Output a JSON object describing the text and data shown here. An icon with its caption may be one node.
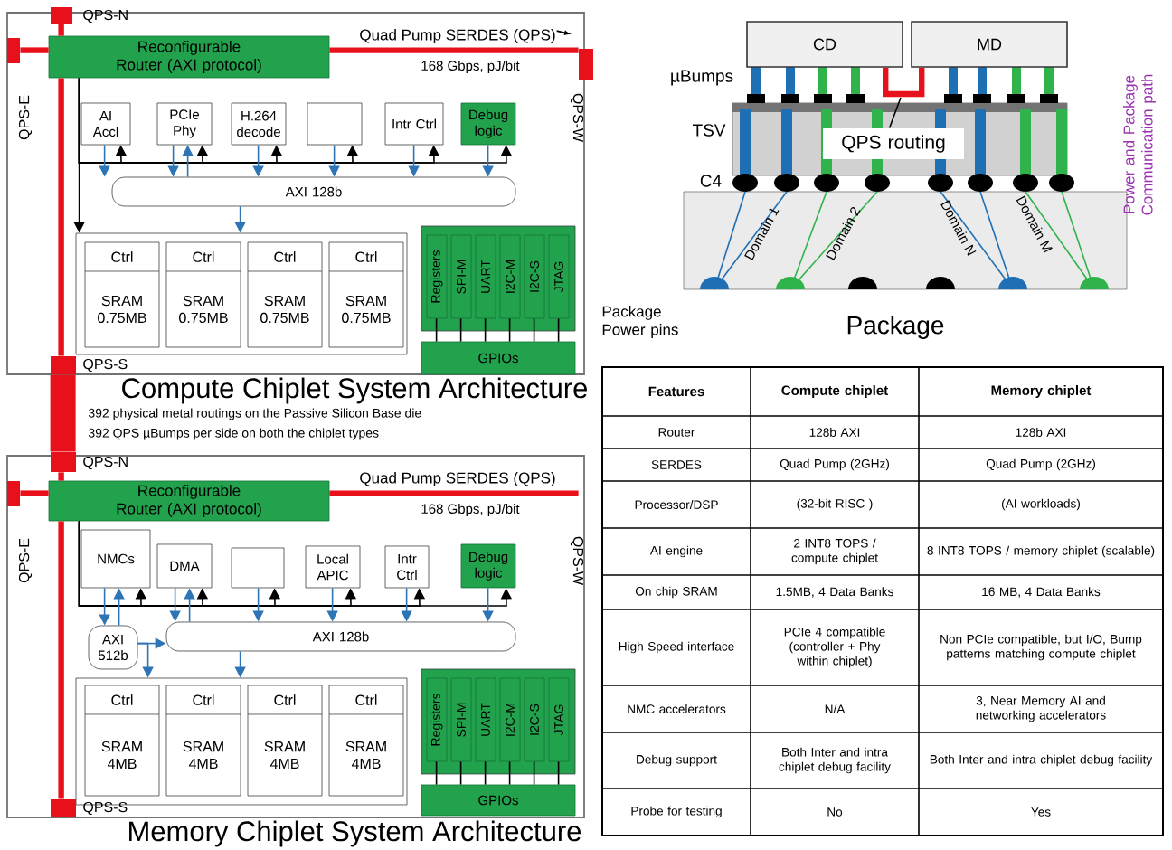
{
  "diagram": {
    "nodes": [
      {
        "text": [
          "Compute Chiplet System Architecture"
        ]
      },
      {
        "text": [
          "Reconfigurable Router (AXI protocol)"
        ],
        "in": 0
      },
      {
        "text": [],
        "shape": "bar",
        "beside": [
          "QPS-N"
        ]
      },
      {
        "text": [],
        "shape": "bar",
        "beside": [
          "QPS-E"
        ],
        "in": 0
      },
      {
        "text": [],
        "shape": "bar",
        "beside": [
          "QPS-W"
        ],
        "in": 0
      },
      {
        "text": [
          "AI Accl"
        ],
        "in": 0
      },
      {
        "text": [
          "PCIe Phy"
        ],
        "in": 0
      },
      {
        "text": [
          "H.264 decode"
        ],
        "in": 0
      },
      {
        "text": [],
        "shape": "box",
        "in": 0
      },
      {
        "text": [
          "Intr Ctrl"
        ],
        "in": 0
      },
      {
        "text": [
          "Debug logic"
        ],
        "in": 0
      },
      {
        "text": [
          "AXI 128b"
        ],
        "in": 0
      },
      {
        "text": [],
        "shape": "box",
        "in": 0
      },
      {
        "text": [
          "Ctrl",
          "SRAM 0.75MB"
        ],
        "in": 12
      },
      {
        "text": [
          "Ctrl",
          "SRAM 0.75MB"
        ],
        "in": 12
      },
      {
        "text": [
          "Ctrl",
          "SRAM 0.75MB"
        ],
        "in": 12
      },
      {
        "text": [
          "Ctrl",
          "SRAM 0.75MB"
        ],
        "in": 12
      },
      {
        "text": [],
        "shape": "box",
        "in": 0
      },
      {
        "text": [
          "Registers"
        ],
        "in": 17
      },
      {
        "text": [
          "SPI-M"
        ],
        "in": 17
      },
      {
        "text": [
          "UART"
        ],
        "in": 17
      },
      {
        "text": [
          "I2C-M"
        ],
        "in": 17
      },
      {
        "text": [
          "I2C-S"
        ],
        "in": 17
      },
      {
        "text": [
          "JTAG"
        ],
        "in": 17
      },
      {
        "text": [
          "GPIOs"
        ],
        "in": 0
      },
      {
        "text": [],
        "shape": "bar",
        "beside": [
          "QPS-S"
        ],
        "in": 0
      },
      {
        "text": [
          "Memory Chiplet System Architecture"
        ]
      },
      {
        "text": [
          "Reconfigurable Router (AXI protocol)"
        ],
        "in": 26
      },
      {
        "text": [],
        "shape": "bar",
        "beside": [
          "QPS-N"
        ]
      },
      {
        "text": [],
        "shape": "bar",
        "beside": [
          "QPS-E"
        ],
        "in": 26
      },
      {
        "text": [],
        "shape": "bar",
        "beside": [
          "QPS-W"
        ],
        "in": 26
      },
      {
        "text": [
          "NMCs"
        ],
        "in": 26
      },
      {
        "text": [
          "DMA"
        ],
        "in": 26
      },
      {
        "text": [],
        "shape": "box",
        "in": 26
      },
      {
        "text": [
          "Local APIC"
        ],
        "in": 26
      },
      {
        "text": [
          "Intr Ctrl"
        ],
        "in": 26
      },
      {
        "text": [
          "Debug logic"
        ],
        "in": 26
      },
      {
        "text": [
          "AXI 512b"
        ],
        "in": 26
      },
      {
        "text": [
          "AXI 128b"
        ],
        "in": 26
      },
      {
        "text": [],
        "shape": "box",
        "in": 26
      },
      {
        "text": [
          "Ctrl",
          "SRAM 4MB"
        ],
        "in": 39
      },
      {
        "text": [
          "Ctrl",
          "SRAM 4MB"
        ],
        "in": 39
      },
      {
        "text": [
          "Ctrl",
          "SRAM 4MB"
        ],
        "in": 39
      },
      {
        "text": [
          "Ctrl",
          "SRAM 4MB"
        ],
        "in": 39
      },
      {
        "text": [],
        "shape": "box",
        "in": 26
      },
      {
        "text": [
          "Registers"
        ],
        "in": 44
      },
      {
        "text": [
          "SPI-M"
        ],
        "in": 44
      },
      {
        "text": [
          "UART"
        ],
        "in": 44
      },
      {
        "text": [
          "I2C-M"
        ],
        "in": 44
      },
      {
        "text": [
          "I2C-S"
        ],
        "in": 44
      },
      {
        "text": [
          "JTAG"
        ],
        "in": 44
      },
      {
        "text": [
          "GPIOs"
        ],
        "in": 26
      },
      {
        "text": [],
        "shape": "bar",
        "beside": [
          "QPS-S"
        ],
        "in": 26
      },
      {
        "text": [
          "CD"
        ]
      },
      {
        "text": [
          "MD"
        ]
      },
      {
        "text": [
          "QPS routing"
        ]
      }
    ],
    "edges": [
      {
        "from": 1,
        "to": 2,
        "arrow": "none",
        "style": "thick",
        "color": "#e8101a"
      },
      {
        "from": 1,
        "to": 25,
        "arrow": "none",
        "style": "thick",
        "color": "#e8101a"
      },
      {
        "from": 1,
        "to": 3,
        "arrow": "none",
        "style": "thick",
        "color": "#e8101a"
      },
      {
        "from": 1,
        "to": 4,
        "arrow": "none",
        "style": "thick",
        "color": "#e8101a",
        "label": "Quad Pump SERDES (QPS)"
      },
      {
        "from": 1,
        "to": 5,
        "arrow": "to"
      },
      {
        "from": 1,
        "to": 6,
        "arrow": "to"
      },
      {
        "from": 1,
        "to": 7,
        "arrow": "to"
      },
      {
        "from": 1,
        "to": 8,
        "arrow": "to"
      },
      {
        "from": 1,
        "to": 9,
        "arrow": "to"
      },
      {
        "from": 1,
        "to": 10,
        "arrow": "to"
      },
      {
        "from": 1,
        "to": 12,
        "arrow": "to"
      },
      {
        "from": 5,
        "to": 11,
        "arrow": "to",
        "color": "#2e75b6"
      },
      {
        "from": 6,
        "to": 11,
        "arrow": "to",
        "color": "#2e75b6"
      },
      {
        "from": 11,
        "to": 6,
        "arrow": "to",
        "color": "#2e75b6"
      },
      {
        "from": 7,
        "to": 11,
        "arrow": "to",
        "color": "#2e75b6"
      },
      {
        "from": 8,
        "to": 11,
        "arrow": "to",
        "color": "#2e75b6"
      },
      {
        "from": 9,
        "to": 11,
        "arrow": "to",
        "color": "#2e75b6"
      },
      {
        "from": 10,
        "to": 11,
        "arrow": "to",
        "color": "#2e75b6"
      },
      {
        "from": 11,
        "to": 12,
        "arrow": "to",
        "color": "#2e75b6"
      },
      {
        "from": 18,
        "to": 24,
        "arrow": "none"
      },
      {
        "from": 19,
        "to": 24,
        "arrow": "none"
      },
      {
        "from": 20,
        "to": 24,
        "arrow": "none"
      },
      {
        "from": 21,
        "to": 24,
        "arrow": "none"
      },
      {
        "from": 22,
        "to": 24,
        "arrow": "none"
      },
      {
        "from": 23,
        "to": 24,
        "arrow": "none"
      },
      {
        "from": 25,
        "to": 28,
        "arrow": "none",
        "style": "thick",
        "color": "#e8101a"
      },
      {
        "from": 27,
        "to": 28,
        "arrow": "none",
        "style": "thick",
        "color": "#e8101a"
      },
      {
        "from": 27,
        "to": 52,
        "arrow": "none",
        "style": "thick",
        "color": "#e8101a"
      },
      {
        "from": 27,
        "to": 29,
        "arrow": "none",
        "style": "thick",
        "color": "#e8101a"
      },
      {
        "from": 27,
        "to": 30,
        "arrow": "none",
        "style": "thick",
        "color": "#e8101a",
        "label": "Quad Pump SERDES (QPS)"
      },
      {
        "from": 27,
        "to": 31,
        "arrow": "to"
      },
      {
        "from": 27,
        "to": 32,
        "arrow": "to"
      },
      {
        "from": 27,
        "to": 33,
        "arrow": "to"
      },
      {
        "from": 27,
        "to": 34,
        "arrow": "to"
      },
      {
        "from": 27,
        "to": 35,
        "arrow": "to"
      },
      {
        "from": 27,
        "to": 36,
        "arrow": "to"
      },
      {
        "from": 31,
        "to": 37,
        "arrow": "to",
        "color": "#2e75b6"
      },
      {
        "from": 37,
        "to": 31,
        "arrow": "to",
        "color": "#2e75b6"
      },
      {
        "from": 32,
        "to": 38,
        "arrow": "to",
        "color": "#2e75b6"
      },
      {
        "from": 38,
        "to": 32,
        "arrow": "to",
        "color": "#2e75b6"
      },
      {
        "from": 33,
        "to": 38,
        "arrow": "to",
        "color": "#2e75b6"
      },
      {
        "from": 34,
        "to": 38,
        "arrow": "to",
        "color": "#2e75b6"
      },
      {
        "from": 35,
        "to": 38,
        "arrow": "to",
        "color": "#2e75b6"
      },
      {
        "from": 36,
        "to": 38,
        "arrow": "to",
        "color": "#2e75b6"
      },
      {
        "from": 37,
        "to": 38,
        "arrow": "to",
        "color": "#2e75b6"
      },
      {
        "from": 37,
        "to": 39,
        "arrow": "to",
        "color": "#2e75b6"
      },
      {
        "from": 38,
        "to": 39,
        "arrow": "to",
        "color": "#2e75b6"
      },
      {
        "from": 45,
        "to": 51,
        "arrow": "none"
      },
      {
        "from": 46,
        "to": 51,
        "arrow": "none"
      },
      {
        "from": 47,
        "to": 51,
        "arrow": "none"
      },
      {
        "from": 48,
        "to": 51,
        "arrow": "none"
      },
      {
        "from": 49,
        "to": 51,
        "arrow": "none"
      },
      {
        "from": 50,
        "to": 51,
        "arrow": "none"
      },
      {
        "from": 55,
        "to": null,
        "arrow": "none"
      },
      {
        "from": 53,
        "to": 54,
        "arrow": "none",
        "style": "thick",
        "color": "#e8101a"
      }
    ],
    "labels": [
      "168 Gbps, pJ/bit",
      "392 physical metal routings on the Passive Silicon Base die",
      "392 QPS µBumps per side on both the chiplet types",
      "168 Gbps, pJ/bit",
      "µBumps",
      "TSV",
      "C4",
      "Domain 1",
      "Domain 2",
      "Domain N",
      "Domain M",
      "Power and Package Communication path",
      "Package Power pins",
      "Package",
      "Features",
      "Compute chiplet",
      "Memory chiplet",
      "Router",
      "128b AXI",
      "128b AXI",
      "SERDES",
      "Quad Pump (2GHz)",
      "Quad Pump (2GHz)",
      "Processor/DSP",
      "(32-bit RISC )",
      "(AI workloads)",
      "AI engine",
      "2 INT8 TOPS / compute chiplet",
      "8 INT8 TOPS / memory chiplet (scalable)",
      "On chip SRAM",
      "1.5MB, 4 Data Banks",
      "16 MB, 4 Data Banks",
      "High Speed interface",
      "PCIe 4 compatible (controller + Phy within chiplet)",
      "Non PCIe compatible, but I/O, Bump patterns matching compute chiplet",
      "NMC accelerators",
      "N/A",
      "3, Near Memory AI and networking accelerators",
      "Debug support",
      "Both Inter and intra chiplet debug facility",
      "Both Inter and intra chiplet debug facility",
      "Probe for testing",
      "No",
      "Yes"
    ]
  }
}
